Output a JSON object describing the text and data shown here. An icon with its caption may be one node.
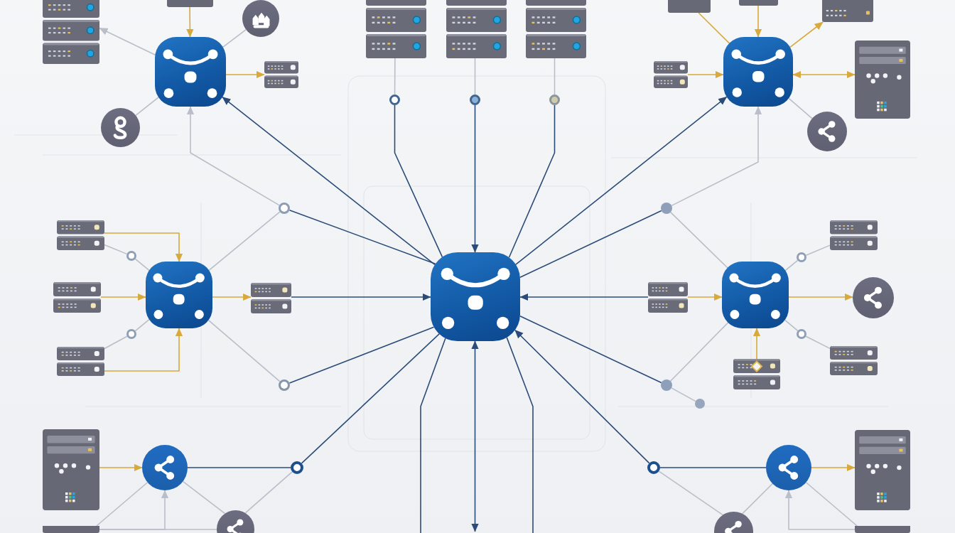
{
  "diagram": {
    "nodes": [
      {
        "text": [],
        "shape": "server"
      },
      {
        "text": [],
        "shape": "server"
      },
      {
        "text": [],
        "shape": "circle"
      },
      {
        "text": [],
        "shape": "server"
      },
      {
        "text": [],
        "shape": "server"
      },
      {
        "text": [],
        "shape": "server"
      },
      {
        "text": [],
        "shape": "server"
      },
      {
        "text": [],
        "shape": "server"
      },
      {
        "text": [],
        "shape": "server"
      },
      {
        "text": [],
        "shape": "box"
      },
      {
        "text": [],
        "shape": "server"
      },
      {
        "text": [],
        "shape": "server"
      },
      {
        "text": [],
        "shape": "box"
      },
      {
        "text": [],
        "shape": "server"
      },
      {
        "text": [],
        "shape": "ring"
      },
      {
        "text": [],
        "shape": "ring"
      },
      {
        "text": [],
        "shape": "ring"
      },
      {
        "text": [],
        "shape": "circle"
      },
      {
        "text": [],
        "shape": "circle"
      },
      {
        "text": [],
        "shape": "ring"
      },
      {
        "text": [],
        "shape": "dot"
      },
      {
        "text": [],
        "shape": "server"
      },
      {
        "text": [],
        "shape": "server"
      },
      {
        "text": [],
        "shape": "ring"
      },
      {
        "text": [],
        "shape": "ring"
      },
      {
        "text": [],
        "shape": "box"
      },
      {
        "text": [],
        "shape": "server"
      },
      {
        "text": [],
        "shape": "server"
      },
      {
        "text": [],
        "shape": "box"
      },
      {
        "text": [],
        "shape": "server"
      },
      {
        "text": [],
        "shape": "box"
      },
      {
        "text": [],
        "shape": "circle"
      },
      {
        "text": [],
        "shape": "ring"
      },
      {
        "text": [],
        "shape": "ring"
      },
      {
        "text": [],
        "shape": "server"
      },
      {
        "text": [],
        "shape": "server"
      },
      {
        "text": [],
        "shape": "server"
      },
      {
        "text": [],
        "shape": "ring"
      },
      {
        "text": [],
        "shape": "dot"
      },
      {
        "text": [],
        "shape": "dot"
      },
      {
        "text": [],
        "shape": "server"
      },
      {
        "text": [],
        "shape": "server"
      },
      {
        "text": [],
        "shape": "circle"
      },
      {
        "text": [],
        "shape": "ring"
      },
      {
        "text": [],
        "shape": "ring"
      },
      {
        "text": [],
        "shape": "circle"
      },
      {
        "text": [],
        "shape": "circle"
      },
      {
        "text": [],
        "shape": "circle"
      },
      {
        "text": [],
        "shape": "server"
      },
      {
        "text": [],
        "shape": "server"
      }
    ],
    "edges": [
      {
        "from": 9,
        "to": 0,
        "arrow": "to"
      },
      {
        "from": 1,
        "to": 9,
        "arrow": "to",
        "color": "#d8a93b"
      },
      {
        "from": 2,
        "to": 9,
        "arrow": "none"
      },
      {
        "from": 9,
        "to": 10,
        "arrow": "to",
        "color": "#d8a93b"
      },
      {
        "from": 17,
        "to": 9,
        "arrow": "none"
      },
      {
        "from": 19,
        "to": 9,
        "arrow": "to"
      },
      {
        "from": 28,
        "to": 9,
        "arrow": "to",
        "color": "#2b4c78"
      },
      {
        "from": 19,
        "to": 28,
        "arrow": "none",
        "color": "#2b4c78"
      },
      {
        "from": 3,
        "to": 14,
        "arrow": "none"
      },
      {
        "from": 4,
        "to": 15,
        "arrow": "none"
      },
      {
        "from": 5,
        "to": 16,
        "arrow": "none"
      },
      {
        "from": 14,
        "to": 28,
        "arrow": "none",
        "color": "#2b4c78"
      },
      {
        "from": 15,
        "to": 28,
        "arrow": "to",
        "color": "#2b4c78"
      },
      {
        "from": 16,
        "to": 28,
        "arrow": "none",
        "color": "#2b4c78"
      },
      {
        "from": 6,
        "to": 12,
        "arrow": "none",
        "color": "#d8a93b"
      },
      {
        "from": 7,
        "to": 12,
        "arrow": "to",
        "color": "#d8a93b"
      },
      {
        "from": 12,
        "to": 8,
        "arrow": "to",
        "color": "#d8a93b"
      },
      {
        "from": 11,
        "to": 12,
        "arrow": "to",
        "color": "#d8a93b"
      },
      {
        "from": 12,
        "to": 13,
        "arrow": "both",
        "color": "#d8a93b"
      },
      {
        "from": 18,
        "to": 12,
        "arrow": "none"
      },
      {
        "from": 20,
        "to": 12,
        "arrow": "to"
      },
      {
        "from": 28,
        "to": 12,
        "arrow": "to",
        "color": "#2b4c78"
      },
      {
        "from": 20,
        "to": 28,
        "arrow": "none",
        "color": "#2b4c78"
      },
      {
        "from": 20,
        "to": 30,
        "arrow": "none"
      },
      {
        "from": 19,
        "to": 25,
        "arrow": "none"
      },
      {
        "from": 21,
        "to": 25,
        "arrow": "to",
        "color": "#d8a93b"
      },
      {
        "from": 26,
        "to": 25,
        "arrow": "to",
        "color": "#d8a93b"
      },
      {
        "from": 34,
        "to": 25,
        "arrow": "to",
        "color": "#d8a93b"
      },
      {
        "from": 21,
        "to": 23,
        "arrow": "none"
      },
      {
        "from": 23,
        "to": 25,
        "arrow": "none"
      },
      {
        "from": 34,
        "to": 32,
        "arrow": "none"
      },
      {
        "from": 32,
        "to": 25,
        "arrow": "none"
      },
      {
        "from": 25,
        "to": 27,
        "arrow": "to",
        "color": "#d8a93b"
      },
      {
        "from": 27,
        "to": 28,
        "arrow": "to",
        "color": "#2b4c78"
      },
      {
        "from": 25,
        "to": 37,
        "arrow": "none"
      },
      {
        "from": 37,
        "to": 28,
        "arrow": "none",
        "color": "#2b4c78"
      },
      {
        "from": 29,
        "to": 28,
        "arrow": "to",
        "color": "#2b4c78"
      },
      {
        "from": 29,
        "to": 30,
        "arrow": "to",
        "color": "#d8a93b"
      },
      {
        "from": 30,
        "to": 31,
        "arrow": "to",
        "color": "#d8a93b"
      },
      {
        "from": 30,
        "to": 24,
        "arrow": "none"
      },
      {
        "from": 24,
        "to": 22,
        "arrow": "none"
      },
      {
        "from": 30,
        "to": 33,
        "arrow": "none"
      },
      {
        "from": 33,
        "to": 35,
        "arrow": "none"
      },
      {
        "from": 36,
        "to": 30,
        "arrow": "to",
        "color": "#d8a93b"
      },
      {
        "from": 28,
        "to": 38,
        "arrow": "none",
        "color": "#2b4c78"
      },
      {
        "from": 38,
        "to": 39,
        "arrow": "none"
      },
      {
        "from": 30,
        "to": 38,
        "arrow": "none"
      },
      {
        "from": 44,
        "to": 28,
        "arrow": "to",
        "color": "#2b4c78"
      },
      {
        "from": 28,
        "to": null,
        "arrow": "both",
        "color": "#2b4c78"
      },
      {
        "from": 28,
        "to": null,
        "arrow": "none",
        "color": "#2b4c78"
      },
      {
        "from": 28,
        "to": null,
        "arrow": "none",
        "color": "#2b4c78"
      },
      {
        "from": 43,
        "to": 28,
        "arrow": "none",
        "color": "#2b4c78"
      },
      {
        "from": 40,
        "to": 42,
        "arrow": "to",
        "color": "#d8a93b"
      },
      {
        "from": 42,
        "to": 43,
        "arrow": "none",
        "color": "#2b4c78"
      },
      {
        "from": 42,
        "to": 46,
        "arrow": "none"
      },
      {
        "from": 46,
        "to": 43,
        "arrow": "none"
      },
      {
        "from": 48,
        "to": 42,
        "arrow": "to"
      },
      {
        "from": 48,
        "to": 42,
        "arrow": "none"
      },
      {
        "from": 48,
        "to": 46,
        "arrow": "none"
      },
      {
        "from": 45,
        "to": 41,
        "arrow": "to",
        "color": "#d8a93b"
      },
      {
        "from": 44,
        "to": 45,
        "arrow": "none",
        "color": "#2b4c78"
      },
      {
        "from": 45,
        "to": 47,
        "arrow": "none"
      },
      {
        "from": 47,
        "to": 44,
        "arrow": "none"
      },
      {
        "from": 49,
        "to": 45,
        "arrow": "to"
      },
      {
        "from": 49,
        "to": 45,
        "arrow": "none"
      }
    ]
  }
}
